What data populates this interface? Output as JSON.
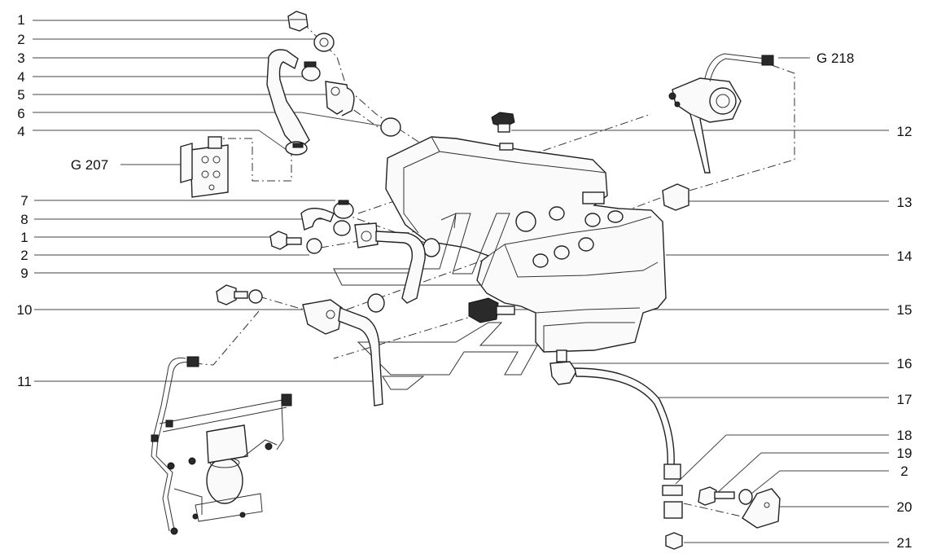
{
  "diagram": {
    "left_callouts": [
      "1",
      "2",
      "3",
      "4",
      "5",
      "6",
      "4",
      "G 207",
      "7",
      "8",
      "1",
      "2",
      "9",
      "10",
      "11"
    ],
    "right_callouts": [
      "G 218",
      "12",
      "13",
      "14",
      "15",
      "16",
      "17",
      "18",
      "19",
      "2",
      "20",
      "21"
    ],
    "line_color": "#222222",
    "background": "#ffffff"
  }
}
